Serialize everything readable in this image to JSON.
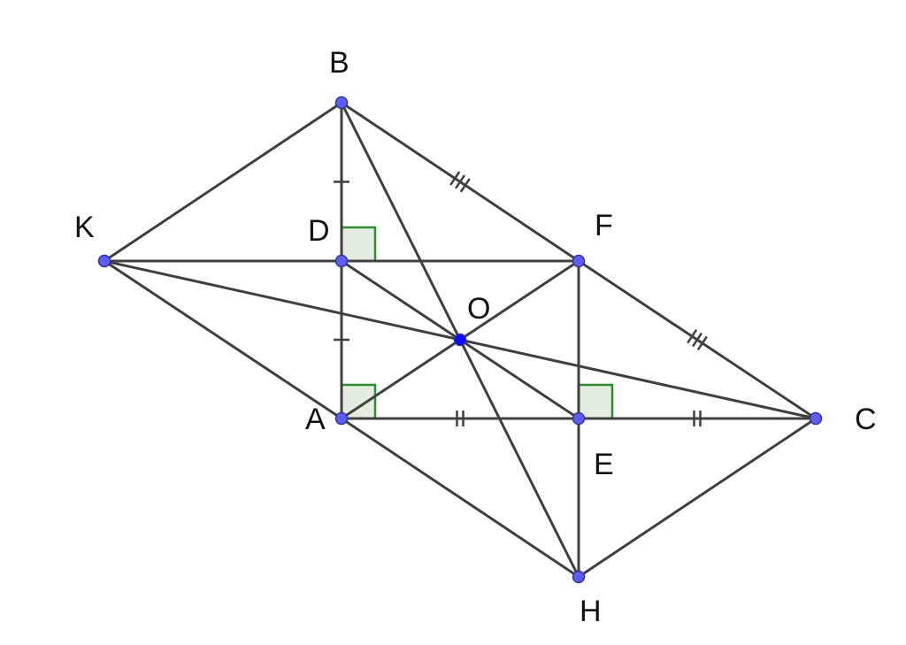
{
  "colors": {
    "background": "#ffffff",
    "segment": "#404040",
    "point_fill": "#5b5ef0",
    "center_point_fill": "#0a0aff",
    "right_angle_fill": "#e3eee1",
    "right_angle_stroke": "#2e8b2e",
    "label": "#111111"
  },
  "points": [
    {
      "id": "B",
      "label": "B",
      "highlight": false
    },
    {
      "id": "K",
      "label": "K",
      "highlight": false
    },
    {
      "id": "D",
      "label": "D",
      "highlight": false
    },
    {
      "id": "F",
      "label": "F",
      "highlight": false
    },
    {
      "id": "O",
      "label": "O",
      "highlight": true
    },
    {
      "id": "A",
      "label": "A",
      "highlight": false
    },
    {
      "id": "E",
      "label": "E",
      "highlight": false
    },
    {
      "id": "C",
      "label": "C",
      "highlight": false
    },
    {
      "id": "H",
      "label": "H",
      "highlight": false
    }
  ],
  "segments": [
    [
      "B",
      "K"
    ],
    [
      "K",
      "A"
    ],
    [
      "A",
      "H"
    ],
    [
      "H",
      "C"
    ],
    [
      "C",
      "F"
    ],
    [
      "F",
      "B"
    ],
    [
      "B",
      "A"
    ],
    [
      "A",
      "C"
    ],
    [
      "K",
      "F"
    ],
    [
      "F",
      "H"
    ],
    [
      "B",
      "H"
    ],
    [
      "K",
      "C"
    ],
    [
      "D",
      "E"
    ],
    [
      "A",
      "F"
    ]
  ],
  "equal_marks": [
    {
      "segment": [
        "B",
        "D"
      ],
      "count": 1
    },
    {
      "segment": [
        "D",
        "A"
      ],
      "count": 1
    },
    {
      "segment": [
        "A",
        "E"
      ],
      "count": 2
    },
    {
      "segment": [
        "E",
        "C"
      ],
      "count": 2
    },
    {
      "segment": [
        "B",
        "F"
      ],
      "count": 3
    },
    {
      "segment": [
        "F",
        "C"
      ],
      "count": 3
    }
  ],
  "right_angles": [
    {
      "vertex": "D",
      "toward": [
        "F",
        "B"
      ]
    },
    {
      "vertex": "A",
      "toward": [
        "C",
        "B"
      ]
    },
    {
      "vertex": "E",
      "toward": [
        "C",
        "F"
      ]
    }
  ]
}
